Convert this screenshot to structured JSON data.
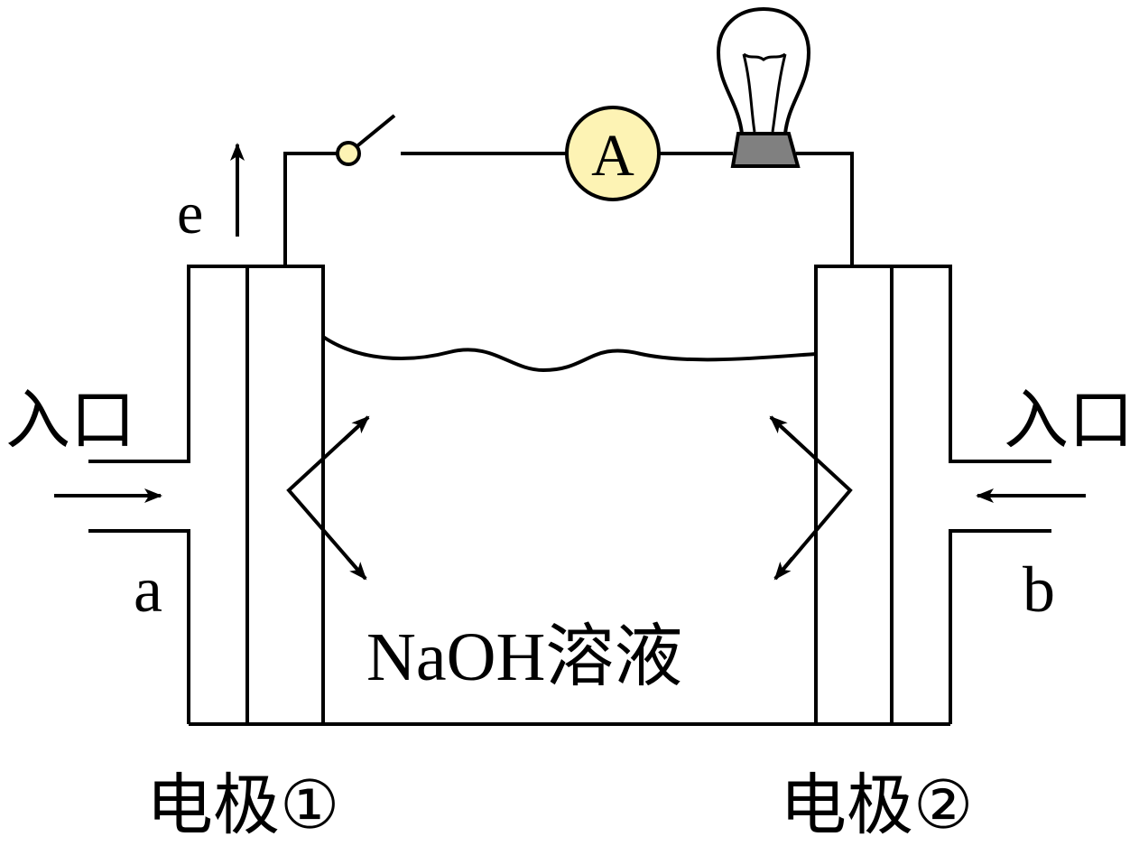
{
  "labels": {
    "electron": "e",
    "inlet_left": "入口",
    "inlet_right": "入口",
    "gas_a": "a",
    "gas_b": "b",
    "electrolyte": "NaOH溶液",
    "electrode_1": "电极①",
    "electrode_2": "电极②",
    "ammeter": "A"
  },
  "colors": {
    "ammeter_fill": "#fdf3b4",
    "bulb_base": "#808080",
    "switch_knob": "#fdf3b4",
    "stroke": "#000000"
  }
}
